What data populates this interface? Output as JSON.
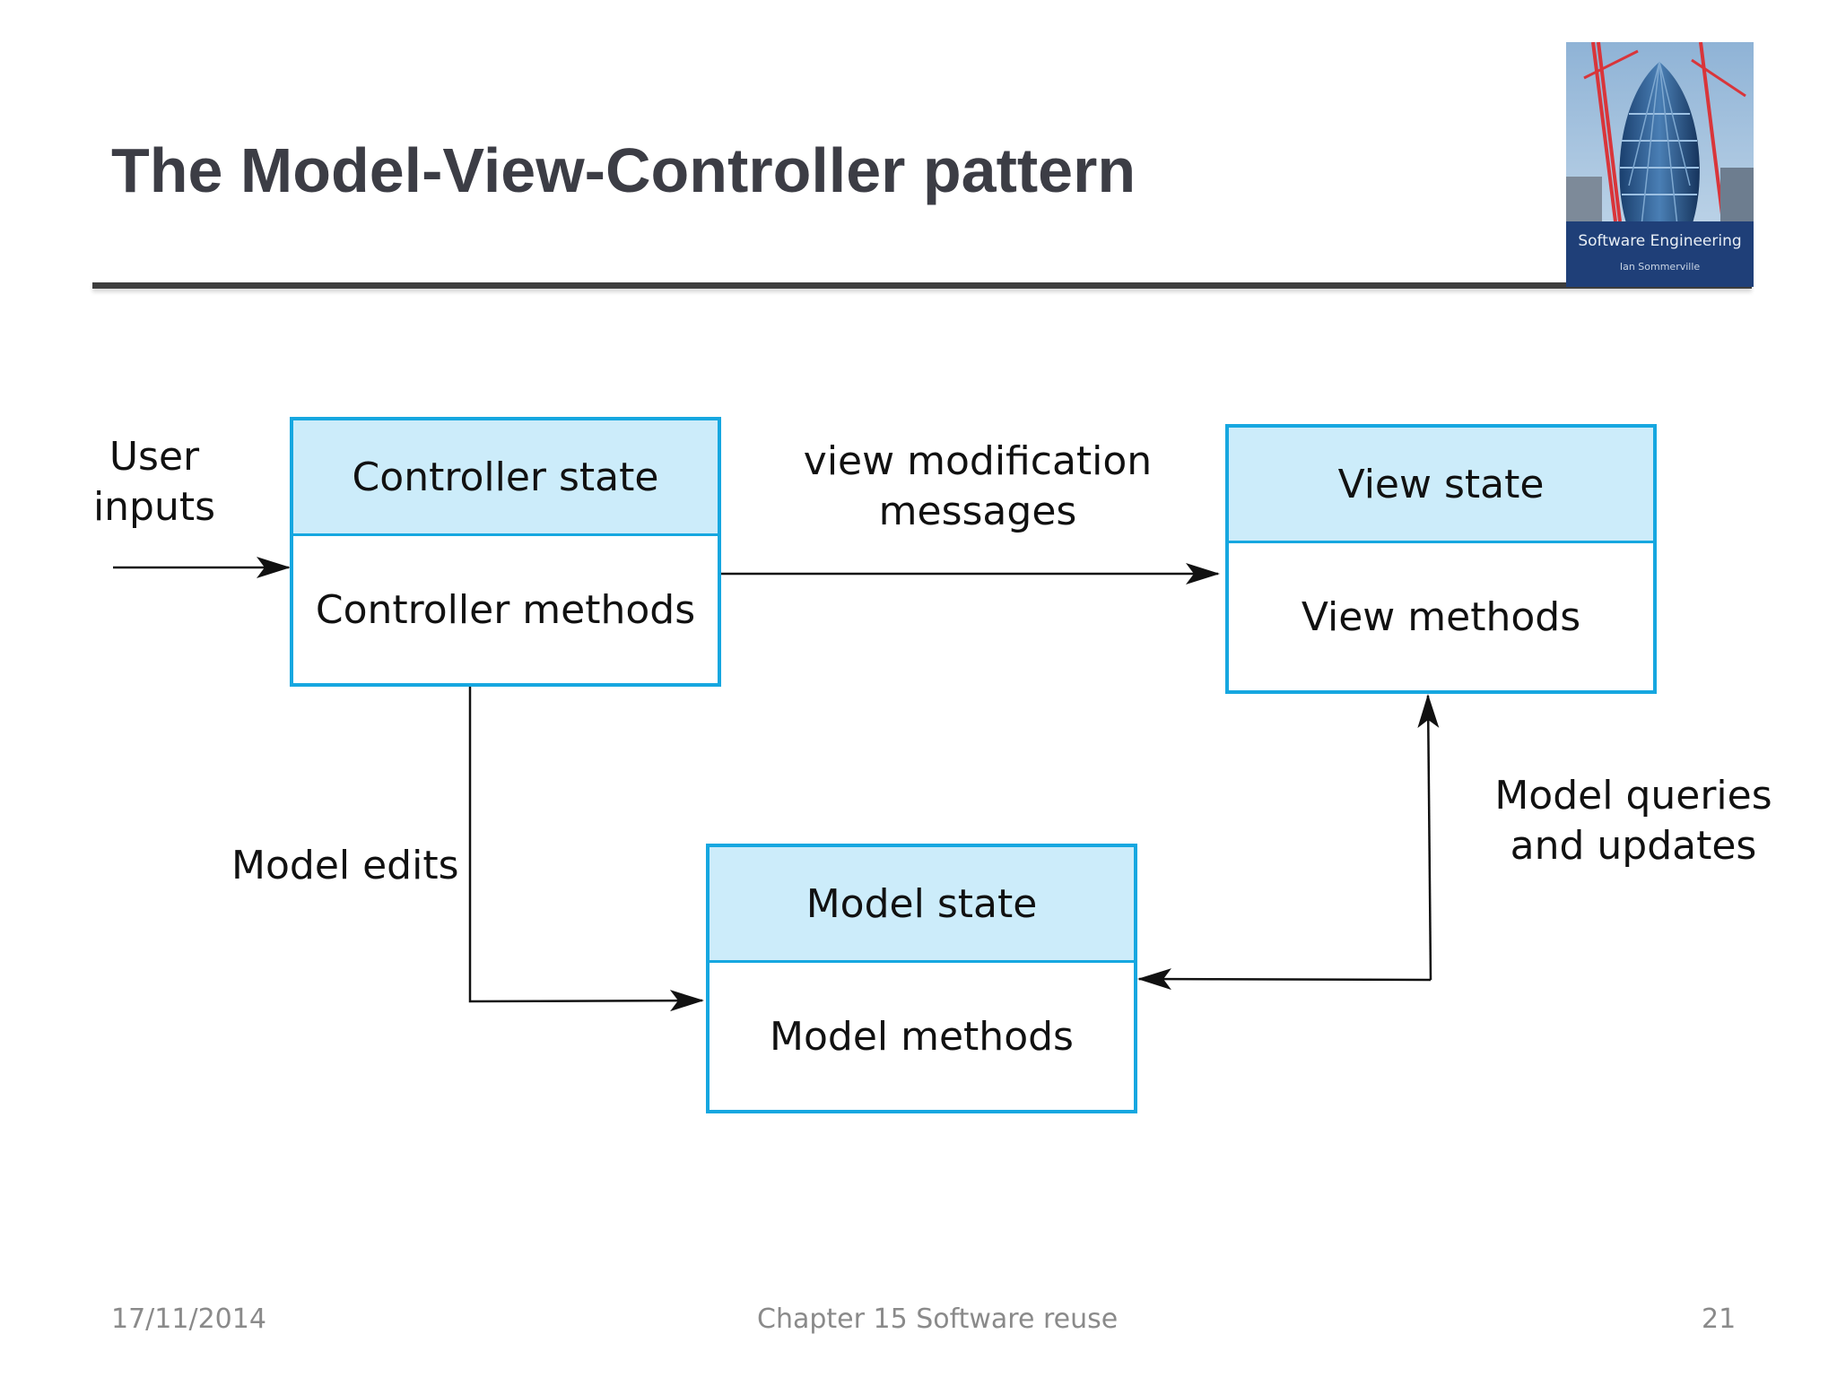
{
  "slide": {
    "title": "The Model-View-Controller pattern",
    "cover_image": {
      "title": "Software Engineering",
      "author": "Ian Sommerville"
    }
  },
  "diagram": {
    "boxes": {
      "controller": {
        "state": "Controller state",
        "methods": "Controller methods"
      },
      "view": {
        "state": "View state",
        "methods": "View methods"
      },
      "model": {
        "state": "Model state",
        "methods": "Model methods"
      }
    },
    "labels": {
      "user_inputs": [
        "User",
        "inputs"
      ],
      "view_modification": [
        "view modification",
        "messages"
      ],
      "model_edits": "Model edits",
      "model_queries": [
        "Model queries",
        "and updates"
      ]
    },
    "colors": {
      "box_border": "#16a7e0",
      "box_header": "#ccecfa",
      "arrow": "#111111"
    }
  },
  "footer": {
    "date": "17/11/2014",
    "chapter": "Chapter 15 Software reuse",
    "page": "21"
  }
}
